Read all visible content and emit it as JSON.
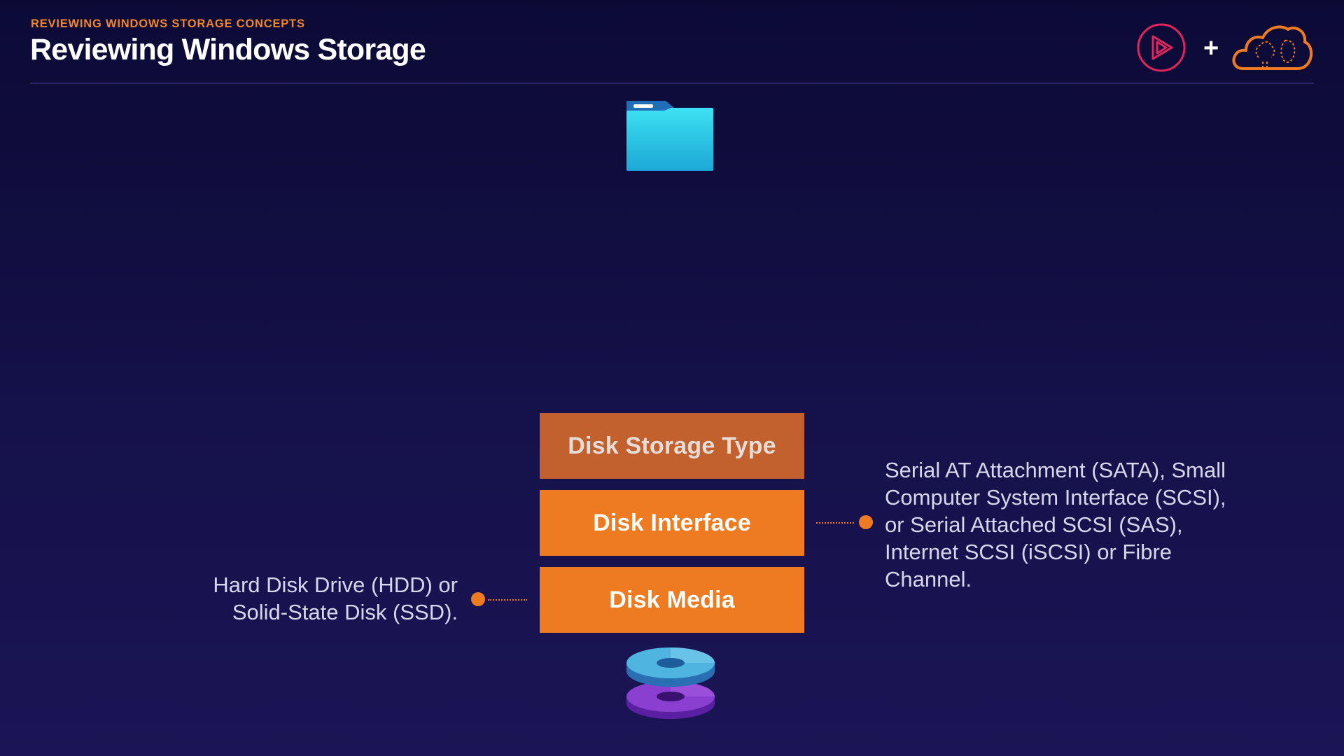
{
  "header": {
    "kicker": "REVIEWING WINDOWS STORAGE CONCEPTS",
    "title": "Reviewing Windows Storage",
    "plus": "+"
  },
  "stack": {
    "layers": [
      {
        "label": "Disk Storage Type",
        "state": "dimmed"
      },
      {
        "label": "Disk Interface",
        "state": "active"
      },
      {
        "label": "Disk Media",
        "state": "active"
      }
    ]
  },
  "callouts": {
    "media_line1": "Hard Disk Drive (HDD) or",
    "media_line2": "Solid-State Disk (SSD).",
    "interface_line1": "Serial AT Attachment (SATA), Small",
    "interface_line2": "Computer System Interface (SCSI),",
    "interface_line3": "or Serial Attached SCSI (SAS),",
    "interface_line4": "Internet SCSI (iSCSI) or Fibre",
    "interface_line5": "Channel."
  },
  "colors": {
    "accent": "#ee7a21",
    "dimmed_layer": "#c2602e",
    "folder": "#2ad0e8",
    "disk_top": "#4fb4e0",
    "disk_bottom": "#8a3fd1"
  },
  "icons": [
    "play-logo-icon",
    "cloud-brain-icon",
    "folder-icon",
    "disk-stack-icon"
  ]
}
